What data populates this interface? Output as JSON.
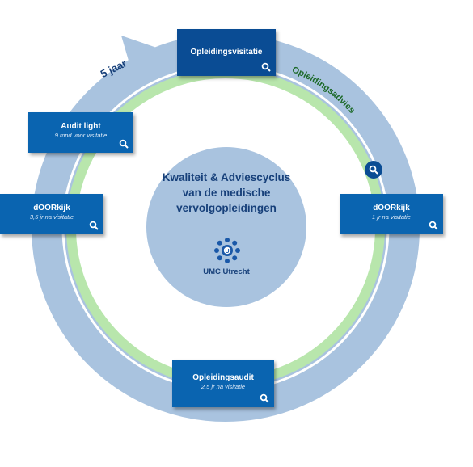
{
  "cycle_label": "5 jaar",
  "advies_label": "Opleidingsadvies",
  "center": {
    "title": "Kwaliteit & Adviescyclus\nvan de medische\nvervolgopleidingen",
    "logo_text": "UMC Utrecht"
  },
  "boxes": {
    "opleidingsvisitatie": {
      "title": "Opleidingsvisitatie"
    },
    "audit_light": {
      "title": "Audit light",
      "sub": "9 mnd voor visitatie"
    },
    "doorkijk_left": {
      "title": "dOORkijk",
      "sub": "3,5 jr na visitatie"
    },
    "doorkijk_right": {
      "title": "dOORkijk",
      "sub": "1 jr na visitatie"
    },
    "opleidingsaudit": {
      "title": "Opleidingsaudit",
      "sub": "2,5 jr na visitatie"
    }
  },
  "colors": {
    "outer_ring": "#a9c3df",
    "inner_ring": "#b8e6ac",
    "box": "#0a64b0",
    "box_dark": "#0a4c94",
    "text_dark": "#17407a",
    "advies_text": "#1d6a2a"
  },
  "icons": [
    "magnifier-icon",
    "umc-utrecht-logo"
  ]
}
